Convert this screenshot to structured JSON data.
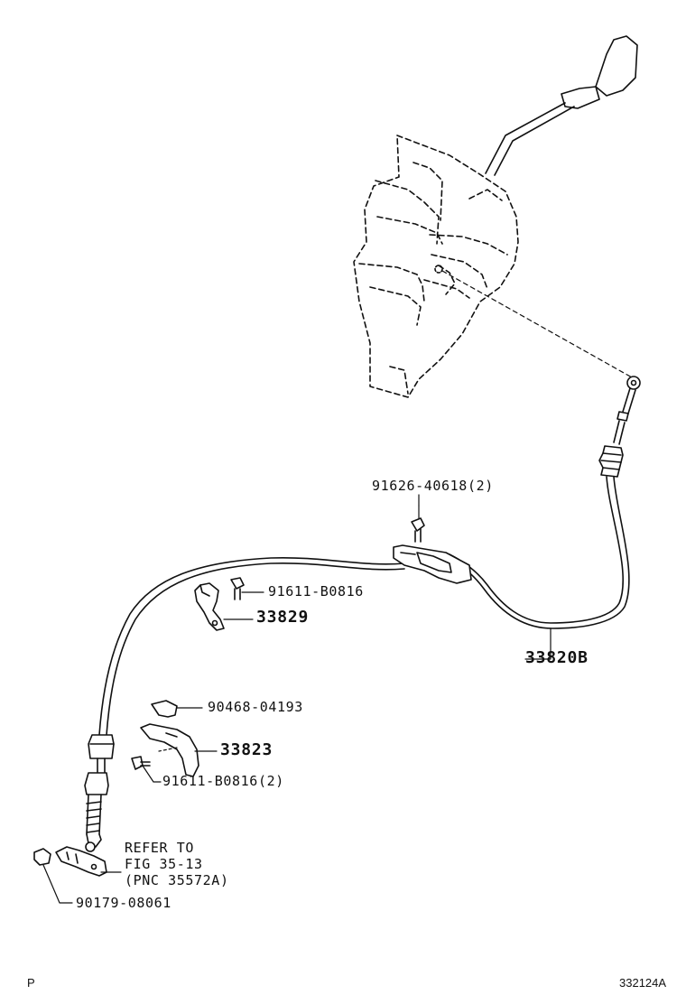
{
  "labels": {
    "clip_bolt": "91626-40618(2)",
    "bolt_upper": "91611-B0816",
    "bracket_upper": "33829",
    "cable_assy": "33820B",
    "retainer": "90468-04193",
    "bracket_lower": "33823",
    "bolt_lower": "91611-B0816(2)",
    "nut": "90179-08061"
  },
  "reference_note": {
    "line1": "REFER TO",
    "line2": "FIG 35-13",
    "line3": "(PNC 35572A)"
  },
  "footer": {
    "left": "P",
    "right": "332124A"
  },
  "colors": {
    "ink": "#111111",
    "paper": "#ffffff"
  }
}
